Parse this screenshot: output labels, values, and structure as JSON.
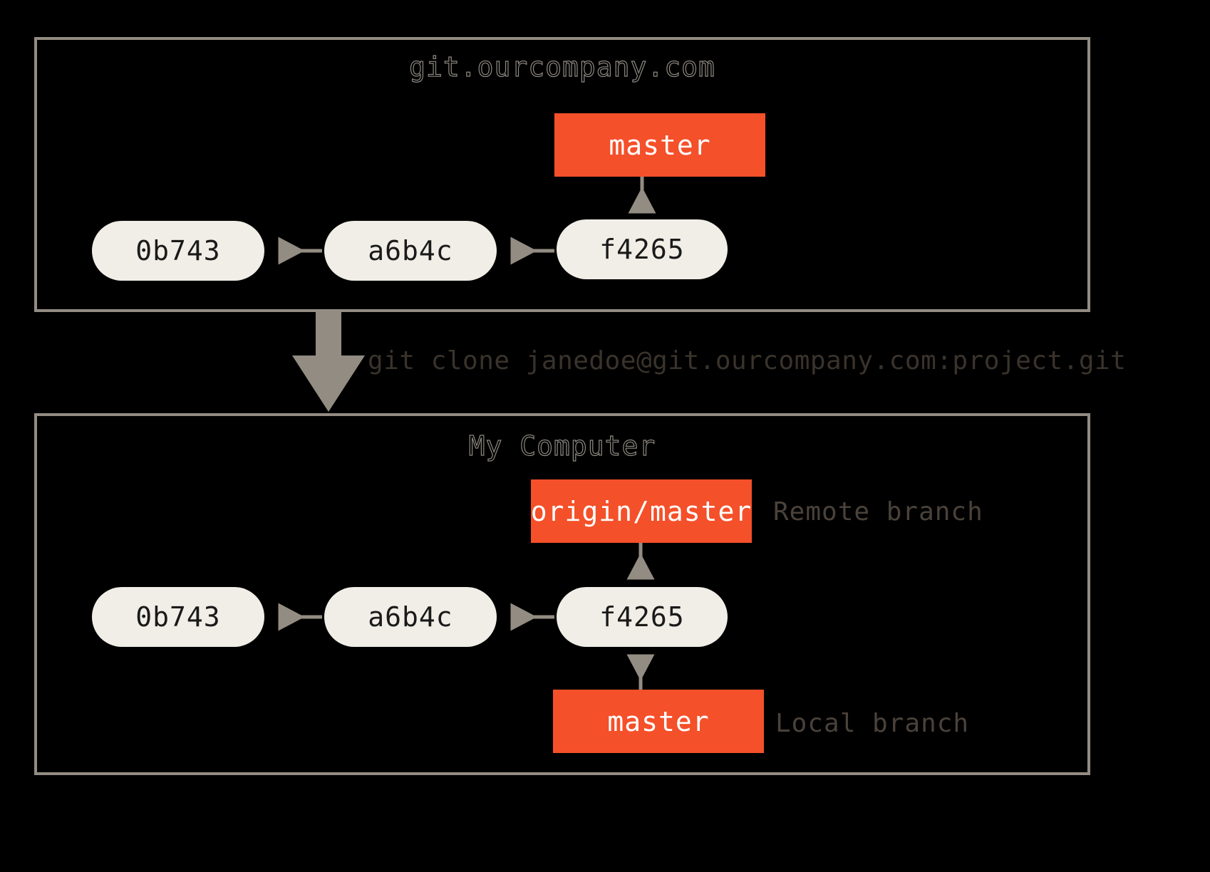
{
  "diagram": {
    "title": "Git clone: remote repository to local computer",
    "background_color": "#000000",
    "colors": {
      "panel_border": "#938C82",
      "commit_fill": "#F0EEE6",
      "commit_text": "#1A1A1A",
      "branch_fill": "#F4502A",
      "branch_text": "#FFFFFF",
      "arrow": "#938C82",
      "annotation_text": "#4A423A",
      "title_outline": "#8F8A82"
    }
  },
  "remote_panel": {
    "title": "git.ourcompany.com",
    "branch": {
      "label": "master",
      "points_to": "f4265"
    },
    "commits": [
      {
        "id": "0b743"
      },
      {
        "id": "a6b4c"
      },
      {
        "id": "f4265"
      }
    ]
  },
  "clone": {
    "command": "git clone janedoe@git.ourcompany.com:project.git",
    "arrow_icon": "down-arrow-icon"
  },
  "local_panel": {
    "title": "My Computer",
    "remote_branch": {
      "label": "origin/master",
      "annotation": "Remote branch",
      "points_to": "f4265"
    },
    "local_branch": {
      "label": "master",
      "annotation": "Local branch",
      "points_to": "f4265"
    },
    "commits": [
      {
        "id": "0b743"
      },
      {
        "id": "a6b4c"
      },
      {
        "id": "f4265"
      }
    ]
  }
}
